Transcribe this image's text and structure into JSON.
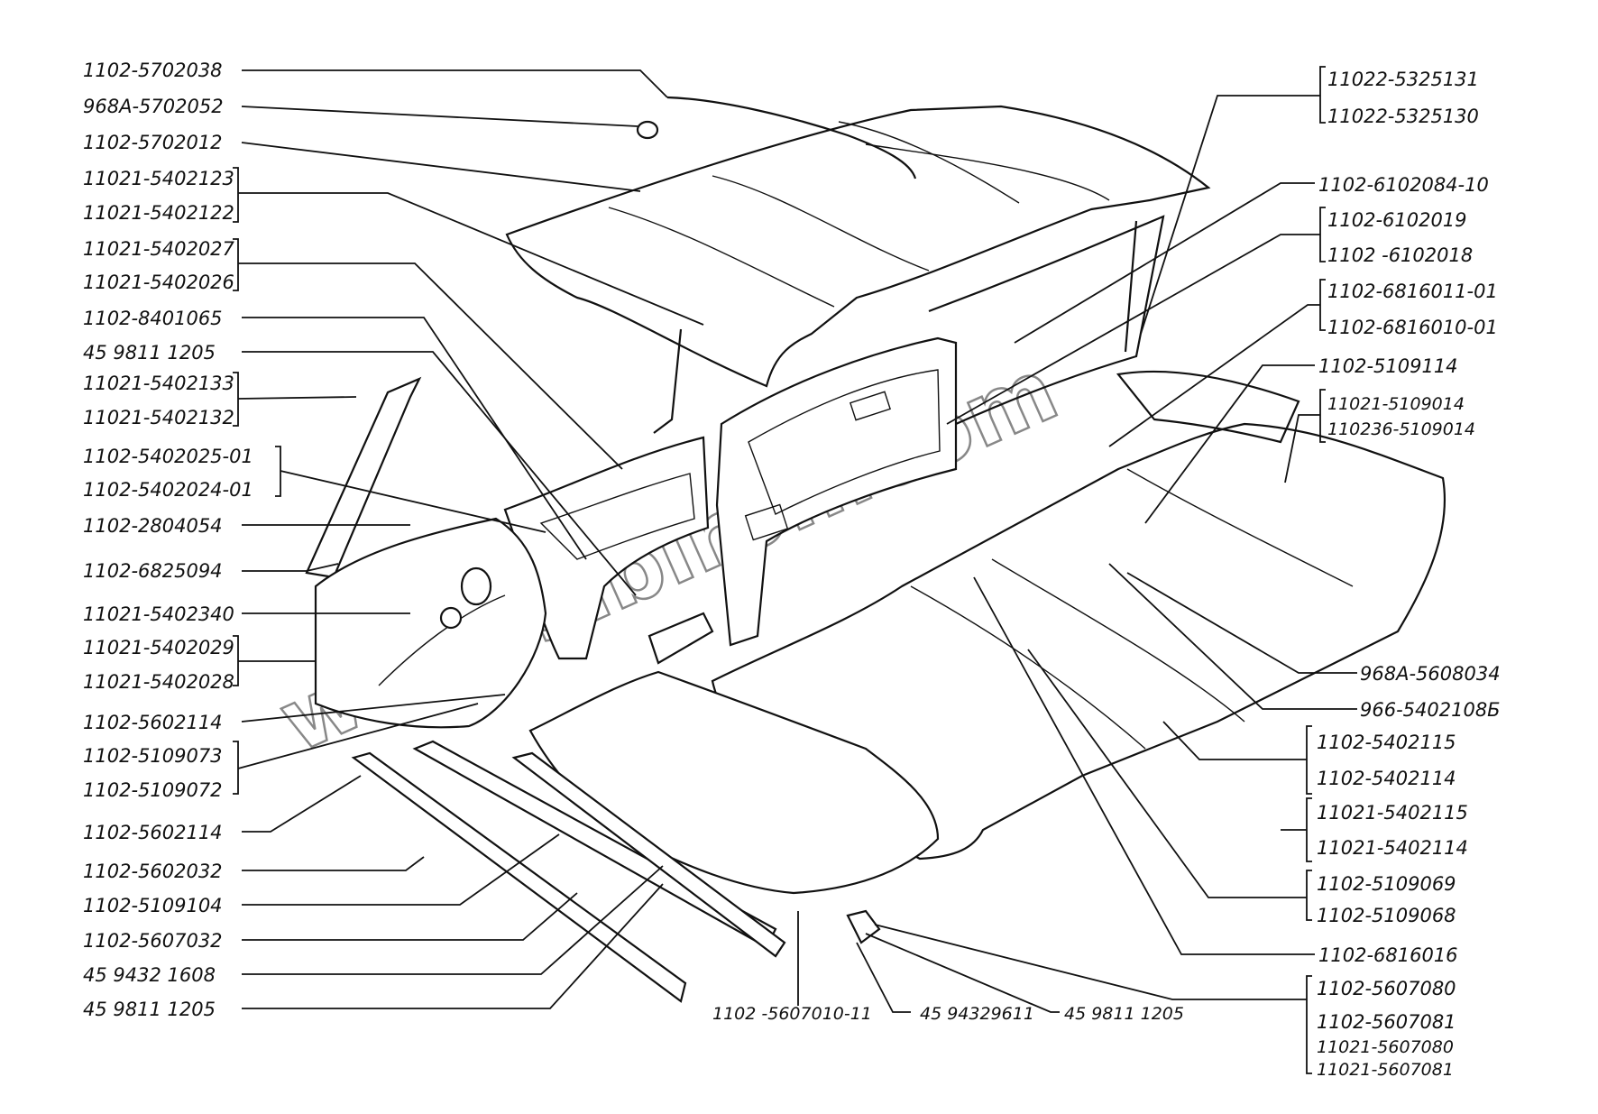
{
  "diagram": {
    "watermark": "www.sibiron.com",
    "left_labels": [
      "1102-5702038",
      "968A-5702052",
      "1102-5702012",
      "11021-5402123",
      "11021-5402122",
      "11021-5402027",
      "11021-5402026",
      "1102-8401065",
      "45 9811 1205",
      "11021-5402133",
      "11021-5402132",
      "1102-5402025-01",
      "1102-5402024-01",
      "1102-2804054",
      "1102-6825094",
      "11021-5402340",
      "11021-5402029",
      "11021-5402028",
      "1102-5602114",
      "1102-5109073",
      "1102-5109072",
      "1102-5602114",
      "1102-5602032",
      "1102-5109104",
      "1102-5607032",
      "45 9432 1608",
      "45 9811 1205"
    ],
    "right_labels": [
      "11022-5325131",
      "11022-5325130",
      "1102-6102084-10",
      "1102-6102019",
      "1102 -6102018",
      "1102-6816011-01",
      "1102-6816010-01",
      "1102-5109114",
      "11021-5109014",
      "110236-5109014",
      "968A-5608034",
      "966-5402108Б",
      "1102-5402115",
      "1102-5402114",
      "11021-5402115",
      "11021-5402114",
      "1102-5109069",
      "1102-5109068",
      "1102-6816016",
      "1102-5607080",
      "1102-5607081",
      "11021-5607080",
      "11021-5607081"
    ],
    "bottom_labels": [
      "1102 -5607010-11",
      "45 94329611",
      "45 9811 1205"
    ]
  }
}
